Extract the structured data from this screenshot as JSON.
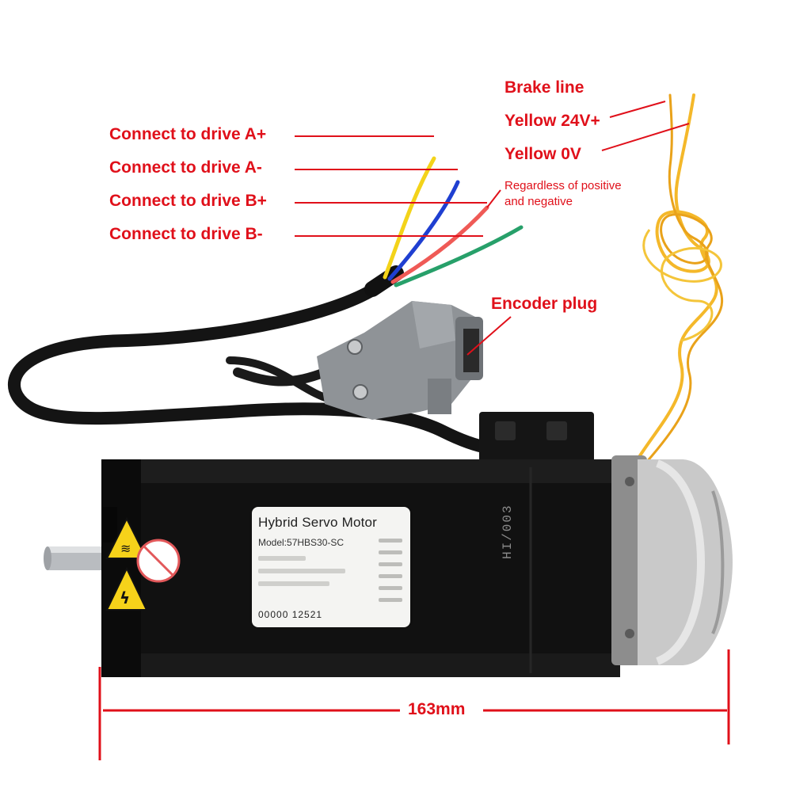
{
  "labels": {
    "a_plus": "Connect to drive A+",
    "a_minus": "Connect to drive A-",
    "b_plus": "Connect to drive B+",
    "b_minus": "Connect to drive B-",
    "brake_line": "Brake line",
    "yellow_24v": "Yellow 24V+",
    "yellow_0v": "Yellow 0V",
    "polarity_note_1": "Regardless of positive",
    "polarity_note_2": "and negative",
    "encoder_plug": "Encoder plug",
    "length": "163mm"
  },
  "motor_label": {
    "title": "Hybrid Servo Motor",
    "model": "Model:57HBS30-SC",
    "serial": "00000 12521"
  },
  "brand_mark": "HI/003",
  "colors": {
    "label_red": "#e0101a",
    "motor_body": "#111111",
    "wire_yellow": "#f3d31a",
    "wire_blue": "#1f3fd1",
    "wire_red": "#ef5a56",
    "wire_green": "#27a06a",
    "brake_wire": "#f4b82a",
    "connector_gray": "#8f9397",
    "brake_silver": "#c9c9c9"
  }
}
